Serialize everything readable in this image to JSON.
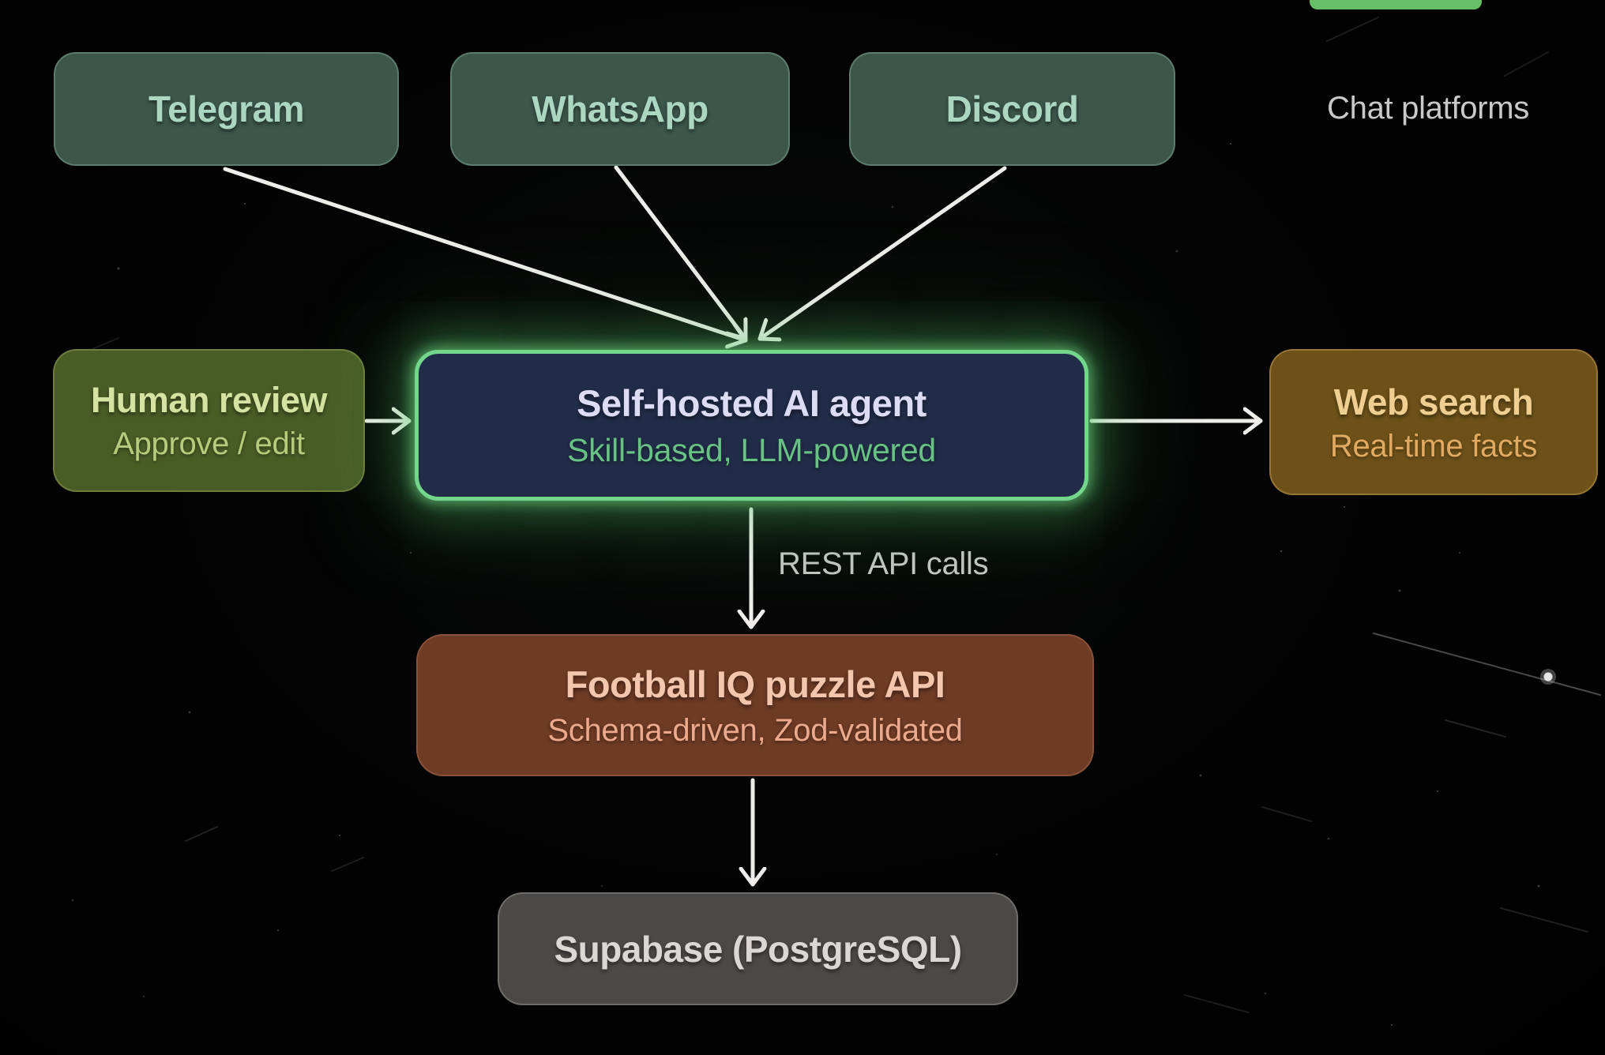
{
  "diagram": {
    "annotations": {
      "chat_platforms": "Chat platforms"
    },
    "nodes": {
      "telegram": {
        "title": "Telegram"
      },
      "whatsapp": {
        "title": "WhatsApp"
      },
      "discord": {
        "title": "Discord"
      },
      "human_review": {
        "title": "Human review",
        "subtitle": "Approve / edit"
      },
      "ai_agent": {
        "title": "Self-hosted AI agent",
        "subtitle": "Skill-based, LLM-powered"
      },
      "web_search": {
        "title": "Web search",
        "subtitle": "Real-time facts"
      },
      "football_api": {
        "title": "Football IQ puzzle API",
        "subtitle": "Schema-driven, Zod-validated"
      },
      "supabase": {
        "title": "Supabase (PostgreSQL)"
      }
    },
    "edges": [
      {
        "from": "telegram",
        "to": "ai_agent"
      },
      {
        "from": "whatsapp",
        "to": "ai_agent"
      },
      {
        "from": "discord",
        "to": "ai_agent"
      },
      {
        "from": "human_review",
        "to": "ai_agent"
      },
      {
        "from": "ai_agent",
        "to": "web_search"
      },
      {
        "from": "ai_agent",
        "to": "football_api",
        "label": "REST API calls"
      },
      {
        "from": "football_api",
        "to": "supabase"
      }
    ],
    "colors": {
      "background": "#040404",
      "arrow": "#eeede9",
      "chat_node_bg": "#3c564a",
      "chat_node_text": "#abd6c0",
      "human_review_bg": "#4a5c26",
      "agent_bg": "#212c48",
      "agent_border_glow": "#74d68a",
      "agent_subtitle_text": "#67c283",
      "web_search_bg": "#6d5119",
      "football_api_bg": "#6e3b25",
      "supabase_bg": "#4b4946",
      "top_banner_green": "#67c068",
      "annotation_text": "#c9c9c9"
    }
  }
}
